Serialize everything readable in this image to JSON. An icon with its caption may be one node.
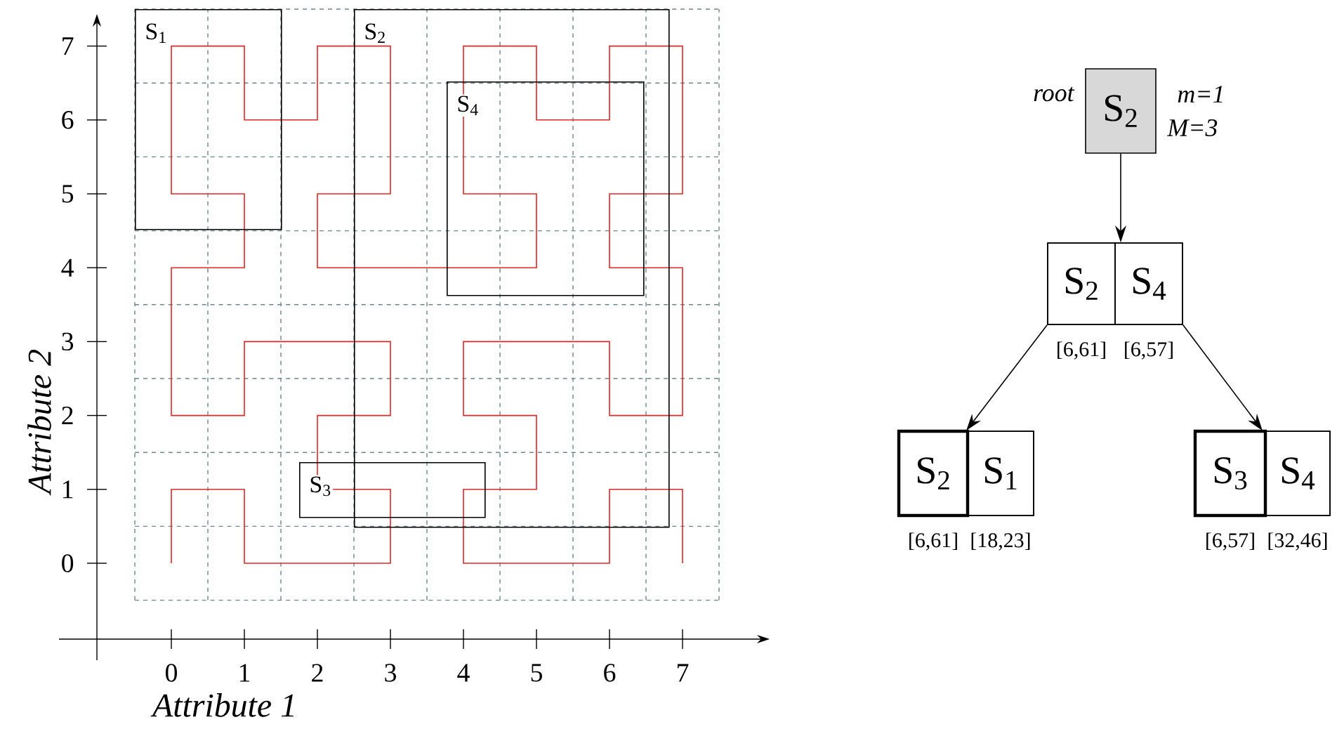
{
  "diagram": {
    "nodes": [
      {
        "text": [
          "S$_{1}$"
        ]
      },
      {
        "text": [
          "S$_{2}$"
        ]
      },
      {
        "text": [
          "S$_{4}$"
        ],
        "in": 1
      },
      {
        "text": [
          "S$_{3}$"
        ]
      },
      {
        "text": [
          "S$_{2}$"
        ],
        "beside": [
          "root",
          "m=1",
          "M=3"
        ]
      },
      {
        "text": [],
        "shape": "box"
      },
      {
        "text": [
          "S$_{2}$"
        ],
        "in": 5,
        "beside": [
          "[6,61]"
        ]
      },
      {
        "text": [
          "S$_{4}$"
        ],
        "in": 5,
        "beside": [
          "[6,57]"
        ]
      },
      {
        "text": [],
        "shape": "box"
      },
      {
        "text": [
          "S$_{2}$"
        ],
        "in": 8,
        "beside": [
          "[6,61]"
        ]
      },
      {
        "text": [
          "S$_{1}$"
        ],
        "in": 8,
        "beside": [
          "[18,23]"
        ]
      },
      {
        "text": [],
        "shape": "box"
      },
      {
        "text": [
          "S$_{3}$"
        ],
        "in": 11,
        "beside": [
          "[6,57]"
        ]
      },
      {
        "text": [
          "S$_{4}$"
        ],
        "in": 11,
        "beside": [
          "[32,46]"
        ]
      }
    ],
    "edges": [
      {
        "from": 4,
        "to": 5,
        "arrow": "to"
      },
      {
        "from": 5,
        "to": 8,
        "arrow": "to"
      },
      {
        "from": 5,
        "to": 11,
        "arrow": "to"
      }
    ],
    "labels": [
      "7",
      "6",
      "5",
      "4",
      "3",
      "2",
      "1",
      "0",
      "0",
      "1",
      "2",
      "3",
      "4",
      "5",
      "6",
      "7",
      "Attribute 2",
      "Attribute 1"
    ]
  }
}
